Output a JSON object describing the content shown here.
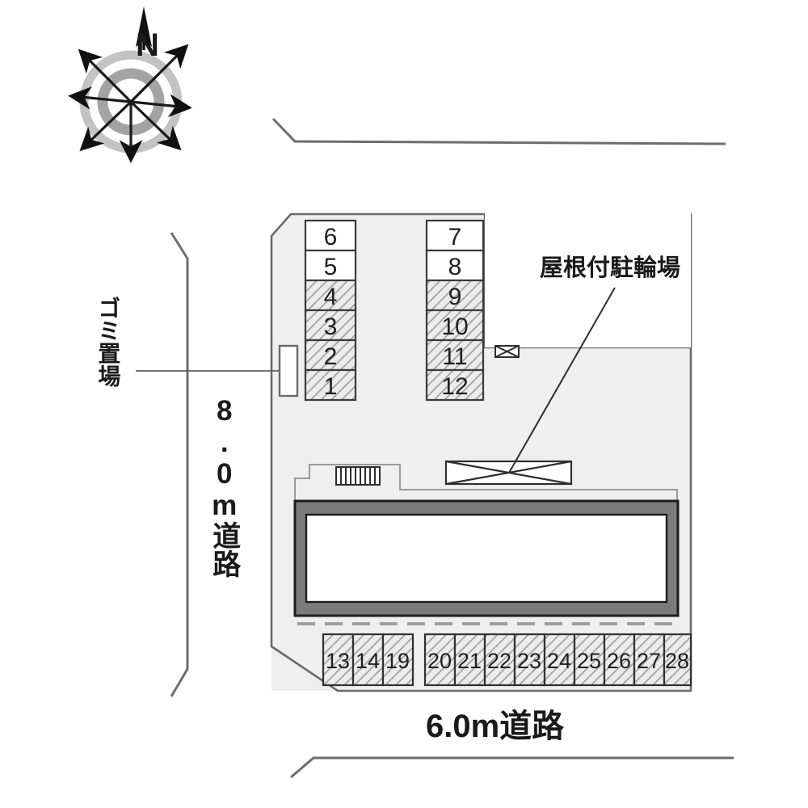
{
  "diagram": {
    "kind": "site-plan",
    "title_visible": false,
    "colors": {
      "site_fill": "#eeeeee",
      "site_stroke": "#555555",
      "building_band": "#7a7a7a",
      "building_inner": "#ffffff",
      "stall_white": "#ffffff",
      "stall_hatch_base": "#e9e9e9",
      "stall_hatch_line": "#9a9a9a",
      "stall_stroke": "#333333",
      "text": "#1a1a1a",
      "compass_ring": "#b9b9b9",
      "compass_dark": "#7d7d7d"
    }
  },
  "compass": {
    "label": "N",
    "icon": "compass-rose-icon",
    "points": 8
  },
  "labels": {
    "roofed_bicycle_parking": "屋根付駐輪場",
    "garbage_area": "ゴミ置場",
    "road_west": "8.0m道路",
    "road_west_parts": [
      "8.0",
      "m",
      "道",
      "路"
    ],
    "road_south": "6.0m道路"
  },
  "parking": {
    "column_left": {
      "name": "stall-column-left",
      "order_top_to_bottom": [
        "6",
        "5",
        "4",
        "3",
        "2",
        "1"
      ],
      "stalls": [
        {
          "number": "6",
          "hatched": false
        },
        {
          "number": "5",
          "hatched": false
        },
        {
          "number": "4",
          "hatched": true
        },
        {
          "number": "3",
          "hatched": true
        },
        {
          "number": "2",
          "hatched": true
        },
        {
          "number": "1",
          "hatched": true
        }
      ]
    },
    "column_right": {
      "name": "stall-column-right",
      "order_top_to_bottom": [
        "7",
        "8",
        "9",
        "10",
        "11",
        "12"
      ],
      "stalls": [
        {
          "number": "7",
          "hatched": false
        },
        {
          "number": "8",
          "hatched": false
        },
        {
          "number": "9",
          "hatched": true
        },
        {
          "number": "10",
          "hatched": true
        },
        {
          "number": "11",
          "hatched": true
        },
        {
          "number": "12",
          "hatched": true
        }
      ]
    },
    "bottom_row_group_a": {
      "name": "stall-row-bottom-left",
      "stalls": [
        {
          "number": "13",
          "hatched": true
        },
        {
          "number": "14",
          "hatched": true
        },
        {
          "number": "19",
          "hatched": true
        }
      ]
    },
    "bottom_row_group_b": {
      "name": "stall-row-bottom-right",
      "stalls": [
        {
          "number": "20",
          "hatched": true
        },
        {
          "number": "21",
          "hatched": true
        },
        {
          "number": "22",
          "hatched": true
        },
        {
          "number": "23",
          "hatched": true
        },
        {
          "number": "24",
          "hatched": true
        },
        {
          "number": "25",
          "hatched": true
        },
        {
          "number": "26",
          "hatched": true
        },
        {
          "number": "27",
          "hatched": true
        },
        {
          "number": "28",
          "hatched": true
        }
      ]
    },
    "total_stalls_shown": 24
  },
  "features": {
    "building": {
      "name": "apartment-building",
      "label": ""
    },
    "stairs": {
      "name": "stairs-icon",
      "bars": 9
    },
    "bicycle_shelter": {
      "name": "bicycle-shelter-icon"
    },
    "small_rack": {
      "name": "small-bicycle-rack-icon"
    },
    "garbage_box": {
      "name": "garbage-enclosure"
    },
    "leader_line": {
      "name": "callout-leader-line"
    }
  }
}
